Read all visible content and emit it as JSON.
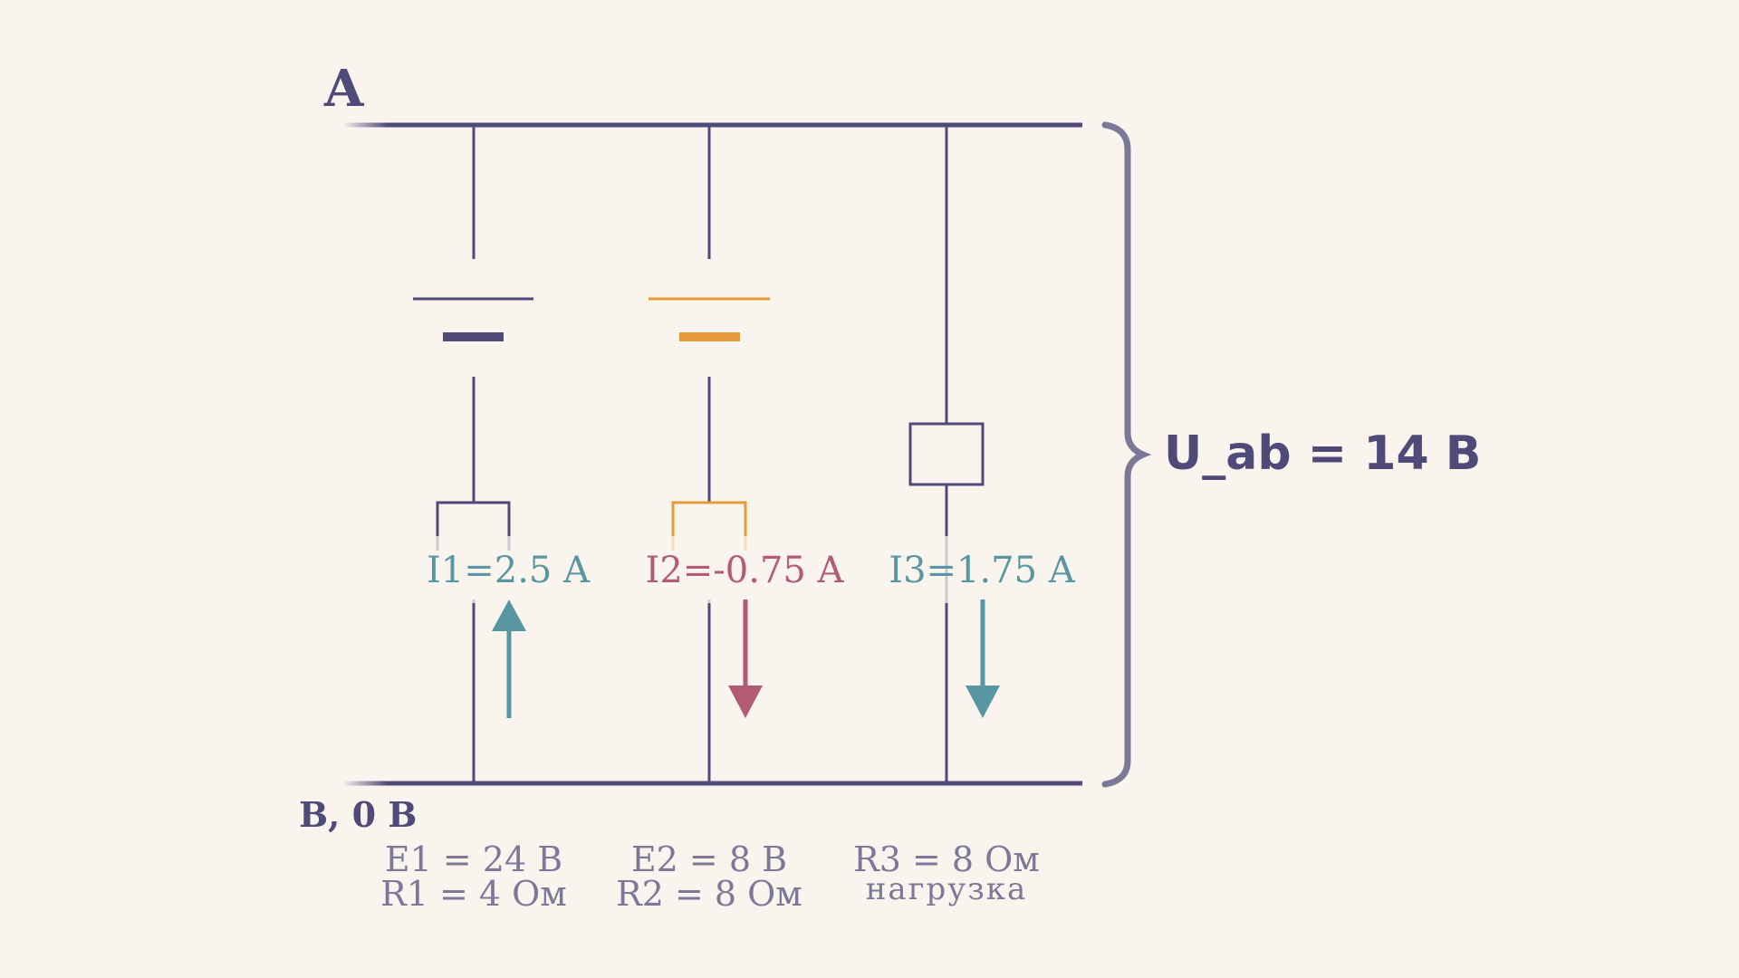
{
  "colors": {
    "background": "#faf4ee",
    "wire": "#4f4a78",
    "source2": "#e89a3a",
    "positive_current": "#5897a1",
    "negative_current": "#b25b75",
    "brace": "#7b7898",
    "param_text": "#7b7898"
  },
  "nodes": {
    "a_label": "A",
    "b_label": "B, 0 B"
  },
  "voltage": {
    "label": "U_ab = 14 B"
  },
  "branches": [
    {
      "id": "branch1",
      "current_label": "I1=2.5 A",
      "current_value": 2.5,
      "current_direction": "up",
      "param_line1": "E1 = 24 B",
      "param_line2": "R1 = 4 Ом"
    },
    {
      "id": "branch2",
      "current_label": "I2=-0.75 A",
      "current_value": -0.75,
      "current_direction": "down",
      "param_line1": "E2 = 8 B",
      "param_line2": "R2 = 8 Ом"
    },
    {
      "id": "branch3",
      "current_label": "I3=1.75 A",
      "current_value": 1.75,
      "current_direction": "down",
      "param_line1": "R3 = 8 Ом",
      "param_line2": "нагрузка"
    }
  ]
}
